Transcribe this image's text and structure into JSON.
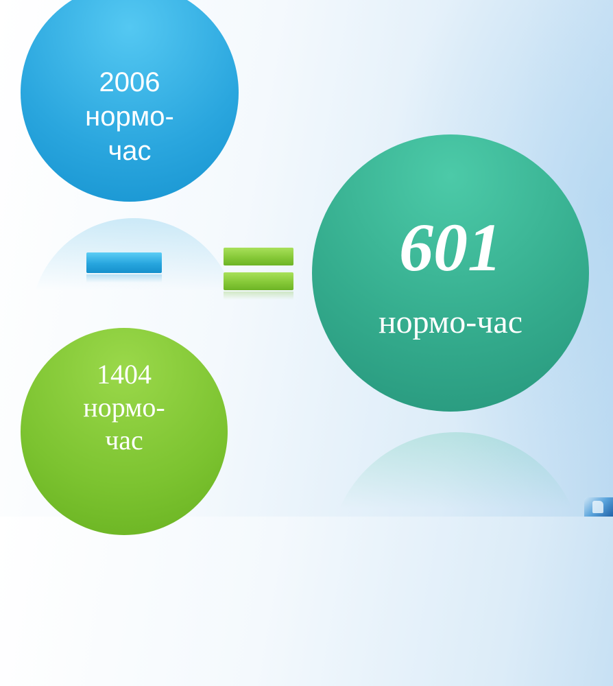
{
  "circles": {
    "top": {
      "number": "2006",
      "line2": "нормо-",
      "line3": "час"
    },
    "bottom": {
      "number": "1404",
      "line2": "нормо-",
      "line3": "час"
    },
    "result": {
      "number": "601",
      "unit": "нормо-час"
    }
  },
  "operators": {
    "minus": "minus-sign",
    "equals": "equals-sign"
  },
  "colors": {
    "blue": "#2aa6de",
    "green": "#7cc330",
    "teal": "#35ad8e"
  },
  "icons": {
    "corner": "slide-logo-icon"
  }
}
